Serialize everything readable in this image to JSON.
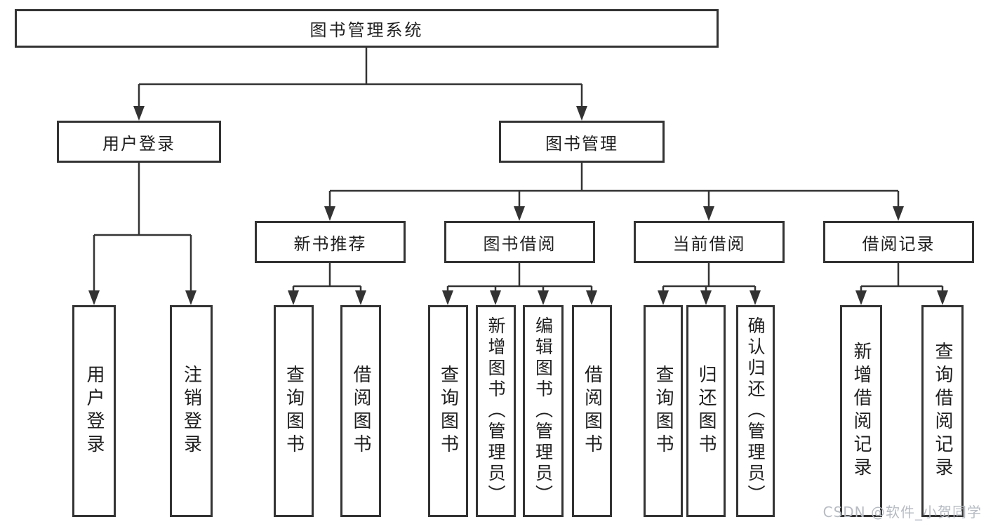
{
  "diagram": {
    "type": "tree",
    "background": "#ffffff",
    "line_color": "#333333",
    "box_border_color": "#333333",
    "text_color": "#1f1f1f",
    "nodes": {
      "root": {
        "label": "图书管理系统",
        "level": 0
      },
      "user_login": {
        "label": "用户登录",
        "level": 1
      },
      "book_mgmt": {
        "label": "图书管理",
        "level": 1
      },
      "new_book_rec": {
        "label": "新书推荐",
        "level": 2
      },
      "book_borrow": {
        "label": "图书借阅",
        "level": 2
      },
      "current_borrow": {
        "label": "当前借阅",
        "level": 2
      },
      "borrow_record": {
        "label": "借阅记录",
        "level": 2
      },
      "leaf_user_login": {
        "label": "用户登录",
        "level": 3
      },
      "leaf_logout": {
        "label": "注销登录",
        "level": 3
      },
      "leaf_query_book_1": {
        "label": "查询图书",
        "level": 3
      },
      "leaf_borrow_book_1": {
        "label": "借阅图书",
        "level": 3
      },
      "leaf_query_book_2": {
        "label": "查询图书",
        "level": 3
      },
      "leaf_add_book": {
        "label": "新增图书（管理员）",
        "level": 3
      },
      "leaf_edit_book": {
        "label": "编辑图书（管理员）",
        "level": 3
      },
      "leaf_borrow_book_2": {
        "label": "借阅图书",
        "level": 3
      },
      "leaf_query_book_3": {
        "label": "查询图书",
        "level": 3
      },
      "leaf_return_book": {
        "label": "归还图书",
        "level": 3
      },
      "leaf_confirm_return": {
        "label": "确认归还（管理员）",
        "level": 3
      },
      "leaf_add_record": {
        "label": "新增借阅记录",
        "level": 3
      },
      "leaf_query_record": {
        "label": "查询借阅记录",
        "level": 3
      }
    },
    "edges": [
      {
        "from": "root",
        "to": [
          "user_login",
          "book_mgmt"
        ]
      },
      {
        "from": "user_login",
        "to": [
          "leaf_user_login",
          "leaf_logout"
        ]
      },
      {
        "from": "book_mgmt",
        "to": [
          "new_book_rec",
          "book_borrow",
          "current_borrow",
          "borrow_record"
        ]
      },
      {
        "from": "new_book_rec",
        "to": [
          "leaf_query_book_1",
          "leaf_borrow_book_1"
        ]
      },
      {
        "from": "book_borrow",
        "to": [
          "leaf_query_book_2",
          "leaf_add_book",
          "leaf_edit_book",
          "leaf_borrow_book_2"
        ]
      },
      {
        "from": "current_borrow",
        "to": [
          "leaf_query_book_3",
          "leaf_return_book",
          "leaf_confirm_return"
        ]
      },
      {
        "from": "borrow_record",
        "to": [
          "leaf_add_record",
          "leaf_query_record"
        ]
      }
    ]
  },
  "watermark": {
    "text": "CSDN @软件_小贺同学",
    "color": "#b7bcc3"
  }
}
